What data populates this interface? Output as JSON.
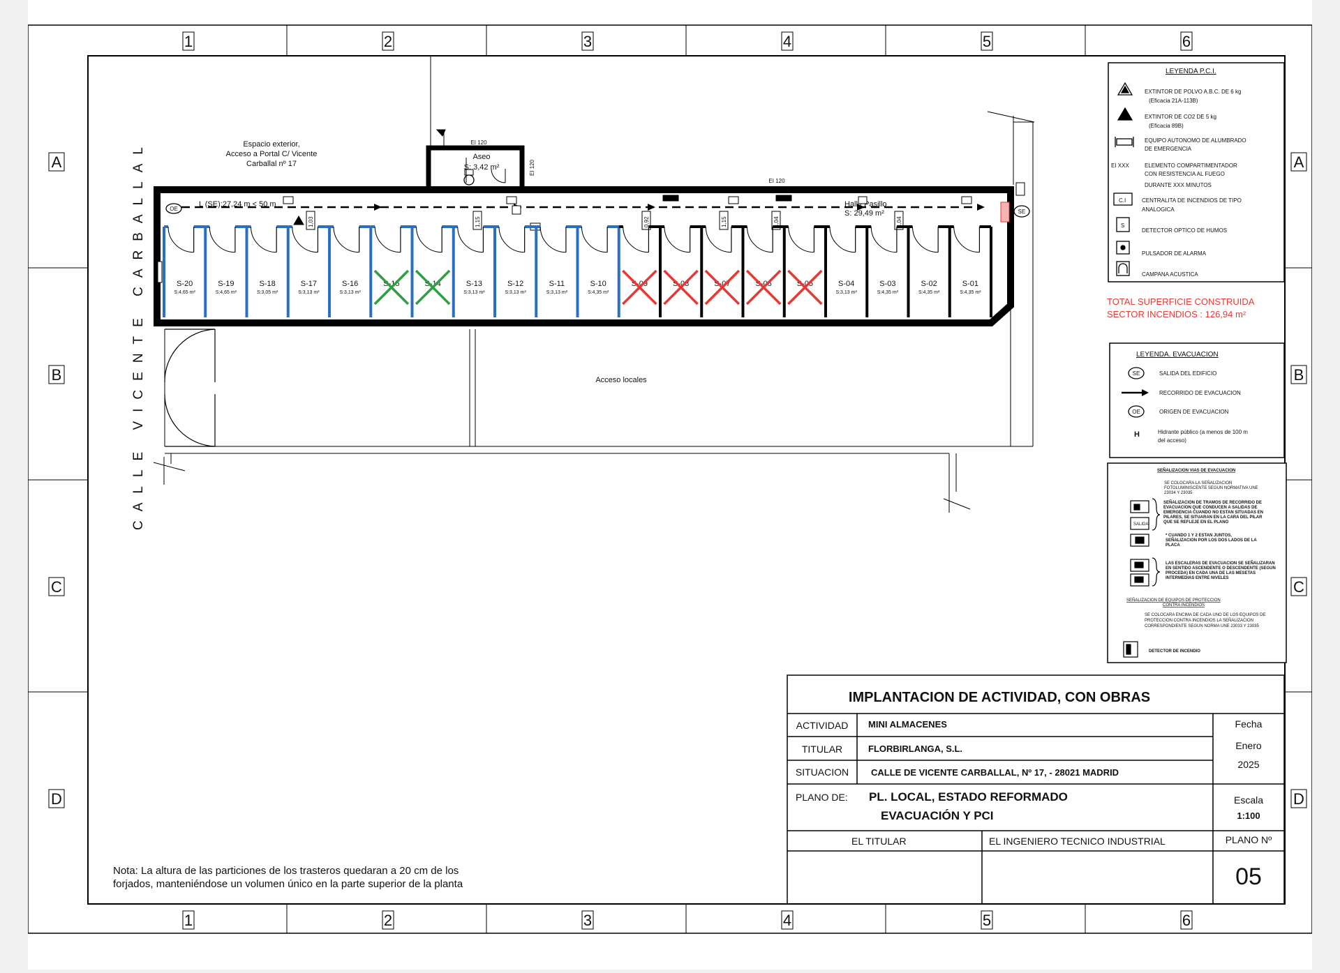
{
  "grid": {
    "columns": [
      "1",
      "2",
      "3",
      "4",
      "5",
      "6"
    ],
    "rows": [
      "A",
      "B",
      "C",
      "D"
    ]
  },
  "plan": {
    "street": "CALLE VICENTE CARBALLAL",
    "exterior_note": [
      "Espacio exterior,",
      "Acceso a Portal C/ Vicente",
      "Carballal nº 17"
    ],
    "aseo_title": "Aseo",
    "aseo_area": "S: 3,42 m²",
    "ei120": "EI 120",
    "route_label": "L (SE):27,24 m < 50 m",
    "hall_title": "Hall / Pasillo",
    "hall_area": "S: 29,49 m²",
    "access": "Acceso locales",
    "oe": "OE",
    "se": "SE",
    "door_labels": [
      "1,03",
      "1,15",
      "0,92",
      "1,15",
      "1,04",
      "1,04"
    ],
    "cells": [
      {
        "id": "S-20",
        "area": "S:4,65 m²",
        "color": "blue",
        "x": false
      },
      {
        "id": "S-19",
        "area": "S:4,65 m²",
        "color": "blue",
        "x": false
      },
      {
        "id": "S-18",
        "area": "S:3,05 m²",
        "color": "blue",
        "x": false
      },
      {
        "id": "S-17",
        "area": "S:3,13 m²",
        "color": "blue",
        "x": false
      },
      {
        "id": "S-16",
        "area": "S:3,13 m²",
        "color": "blue",
        "x": false
      },
      {
        "id": "S-15",
        "area": "",
        "color": "blue",
        "x": "green"
      },
      {
        "id": "S-14",
        "area": "",
        "color": "blue",
        "x": "green"
      },
      {
        "id": "S-13",
        "area": "S:3,13 m²",
        "color": "blue",
        "x": false
      },
      {
        "id": "S-12",
        "area": "S:3,13 m²",
        "color": "blue",
        "x": false
      },
      {
        "id": "S-11",
        "area": "S:3,13 m²",
        "color": "blue",
        "x": false
      },
      {
        "id": "S-10",
        "area": "S:4,35 m²",
        "color": "blue",
        "x": false
      },
      {
        "id": "S-09",
        "area": "",
        "color": "black",
        "x": "red"
      },
      {
        "id": "S-08",
        "area": "",
        "color": "black",
        "x": "red"
      },
      {
        "id": "S-07",
        "area": "",
        "color": "black",
        "x": "red"
      },
      {
        "id": "S-06",
        "area": "",
        "color": "black",
        "x": "red"
      },
      {
        "id": "S-05",
        "area": "",
        "color": "black",
        "x": "red"
      },
      {
        "id": "S-04",
        "area": "S:3,13 m²",
        "color": "black",
        "x": false
      },
      {
        "id": "S-03",
        "area": "S:4,35 m²",
        "color": "black",
        "x": false
      },
      {
        "id": "S-02",
        "area": "S:4,35 m²",
        "color": "black",
        "x": false
      },
      {
        "id": "S-01",
        "area": "S:4,35 m²",
        "color": "black",
        "x": false
      }
    ],
    "note": [
      "Nota: La altura de las particiones de los trasteros quedaran a 20 cm de los",
      "forjados, manteniéndose un volumen único en la parte superior de la planta"
    ]
  },
  "legend_pci": {
    "title": "LEYENDA P.C.I.",
    "items": [
      {
        "icon": "extinguisher-abc-icon",
        "lines": [
          "EXTINTOR DE POLVO A.B.C. DE 6 kg",
          "(Eficacia 21A-113B)"
        ]
      },
      {
        "icon": "extinguisher-co2-icon",
        "lines": [
          "EXTINTOR DE CO2 DE 5 kg",
          "(Eficacia 89B)"
        ]
      },
      {
        "icon": "emergency-light-icon",
        "lines": [
          "EQUIPO AUTONOMO DE ALUMBRADO",
          "DE EMERGENCIA"
        ]
      },
      {
        "icon": "ei-xxx",
        "symbol": "EI XXX",
        "lines": [
          "ELEMENTO COMPARTIMENTADOR",
          "CON RESISTENCIA AL FUEGO",
          "DURANTE XXX MINUTOS"
        ]
      },
      {
        "icon": "fire-panel-icon",
        "symbol": "C.I",
        "lines": [
          "CENTRALITA DE INCENDIOS DE TIPO",
          "ANALOGICA"
        ]
      },
      {
        "icon": "smoke-detector-icon",
        "symbol": "S",
        "lines": [
          "DETECTOR OPTICO DE HUMOS"
        ]
      },
      {
        "icon": "alarm-button-icon",
        "lines": [
          "PULSADOR DE ALARMA"
        ]
      },
      {
        "icon": "alarm-bell-icon",
        "lines": [
          "CAMPANA ACUSTICA"
        ]
      }
    ]
  },
  "total": {
    "line1": "TOTAL SUPERFICIE CONSTRUIDA",
    "line2": "SECTOR INCENDIOS : 126,94 m²",
    "color": "#e53935"
  },
  "legend_evac": {
    "title": "LEYENDA. EVACUACION",
    "items": [
      {
        "symbol": "SE",
        "lines": [
          "SALIDA DEL EDIFICIO"
        ]
      },
      {
        "symbol": "arrow",
        "lines": [
          "RECORRIDO DE EVACUACION"
        ]
      },
      {
        "symbol": "OE",
        "lines": [
          "ORIGEN DE EVACUACION"
        ]
      },
      {
        "symbol": "H",
        "lines": [
          "Hidrante público (a menos de 100 m",
          "del acceso)"
        ]
      }
    ]
  },
  "signage": {
    "title1": "SEÑALIZACION VIAS DE EVACUACION",
    "text1": [
      "SE COLOCARA LA SEÑALIZACION",
      "FOTOLUMINISCENTE SEGUN NORMATIVA UNE",
      "23034 Y 23035"
    ],
    "text2": [
      "SEÑALIZACION DE TRAMOS DE RECORRIDO DE",
      "EVACUACION QUE CONDUCEN A SALIDAS DE",
      "EMERGENCIA CUANDO NO ESTAN SITUADAS EN",
      "PILARES, SE SITUARAN EN LA CARA DEL PILAR",
      "QUE SE REFLEJE EN EL PLANO"
    ],
    "text3": [
      "* CUANDO 1 Y 2 ESTAN JUNTOS,",
      "SEÑALIZACION POR LOS DOS LADOS DE LA",
      "PLACA"
    ],
    "text4": [
      "LAS ESCALERAS DE EVACUACION SE SEÑALIZARAN",
      "EN SENTIDO ASCENDENTE O DESCENDENTE (SEGUN",
      "PROCEDA) EN CADA UNA DE LAS MESETAS",
      "INTERMEDIAS ENTRE NIVELES"
    ],
    "title2": [
      "SEÑALIZACION DE EQUIPOS DE PROTECCION",
      "CONTRA INCENDIOS"
    ],
    "text5": [
      "SE COLOCARA ENCIMA DE CADA UNO DE LOS EQUIPOS DE",
      "PROTECCION CONTRA INCENDIOS LA SEÑALIZACION",
      "CORRESPONDIENTE SEGUN NORMA UNE 23033 Y 23035"
    ],
    "text6": "DETECTOR DE INCENDIO",
    "sign_mid": "SALIDA"
  },
  "title_block": {
    "heading": "IMPLANTACION DE ACTIVIDAD, CON OBRAS",
    "actividad_label": "ACTIVIDAD",
    "actividad": "MINI ALMACENES",
    "titular_label": "TITULAR",
    "titular": "FLORBIRLANGA, S.L.",
    "situacion_label": "SITUACION",
    "situacion": "CALLE DE VICENTE CARBALLAL, Nº 17, - 28021 MADRID",
    "plano_de_label": "PLANO DE:",
    "plano_de_1": "PL. LOCAL, ESTADO REFORMADO",
    "plano_de_2": "EVACUACIÓN Y PCI",
    "fecha_label": "Fecha",
    "fecha_1": "Enero",
    "fecha_2": "2025",
    "escala_label": "Escala",
    "escala": "1:100",
    "el_titular": "EL TITULAR",
    "ingeniero": "EL INGENIERO TECNICO INDUSTRIAL",
    "plano_n_label": "PLANO Nº",
    "plano_n": "05"
  },
  "colors": {
    "blue": "#2a6fc0",
    "green": "#2ea043",
    "red": "#e53935",
    "wall": "#000000"
  }
}
